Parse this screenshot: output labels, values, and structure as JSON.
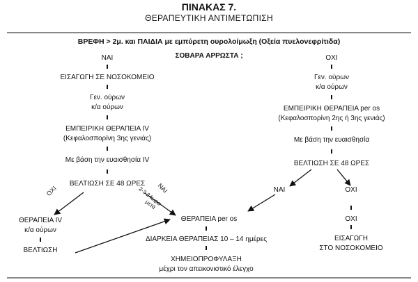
{
  "header": {
    "title": "ΠΙΝΑΚΑΣ 7.",
    "subtitle": "ΘΕΡΑΠΕΥΤΙΚΗ ΑΝΤΙΜΕΤΩΠΙΣΗ"
  },
  "root": {
    "condition": "ΒΡΕΦΗ > 2μ. και ΠΑΙΔΙΑ με εμπύρετη ουρολοίμωξη (Οξεία πυελονεφρίτιδα)",
    "question": "ΣΟΒΑΡΑ ΑΡΡΩΣΤΑ ;"
  },
  "left_branch": {
    "answer": "ΝΑΙ",
    "step1": "ΕΙΣΑΓΩΓΗ ΣΕ ΝΟΣΟΚΟΜΕΙΟ",
    "step2_line1": "Γεν. ούρων",
    "step2_line2": "κ/α ούρων",
    "step3_line1": "ΕΜΠΕΙΡΙΚΗ ΘΕΡΑΠΕΙΑ IV",
    "step3_line2": "(Κεφαλοσπορίνη 3ης γενιάς)",
    "step4": "Με βάση την ευαισθησία IV",
    "step5": "ΒΕΛΤΙΩΣΗ ΣΕ 48 ΩΡΕΣ",
    "no_label": "ΟΧΙ",
    "yes_label": "ΝΑΙ",
    "yes_note_line1": "2-3 24ωρα",
    "yes_note_line2": "μετά",
    "no_step1_line1": "ΘΕΡΑΠΕΙΑ IV",
    "no_step1_line2": "κ/α ούρων",
    "no_step2": "ΒΕΛΤΙΩΣΗ"
  },
  "center": {
    "step1": "ΘΕΡΑΠΕΙΑ per os",
    "step2": "ΔΙΑΡΚΕΙΑ ΘΕΡΑΠΕΙΑΣ 10 – 14 ημέρες",
    "step3_line1": "ΧΗΜΕΙΟΠΡΟΦΥΛΑΞΗ",
    "step3_line2": "μέχρι τον απεικονιστικό έλεγχο"
  },
  "right_branch": {
    "answer": "ΟΧΙ",
    "step1_line1": "Γεν. ούρων",
    "step1_line2": "κ/α ούρων",
    "step2_line1": "ΕΜΠΕΙΡΙΚΗ ΘΕΡΑΠΕΙΑ per os",
    "step2_line2": "(Κεφαλοσπορίνη 2ης ή 3ης γενιάς)",
    "step3": "Με βάση την ευαισθησία",
    "step4": "ΒΕΛΤΙΩΣΗ ΣΕ 48 ΩΡΕΣ",
    "yes_label": "ΝΑΙ",
    "no_label": "ΟΧΙ",
    "no_step1": "ΟΧΙ",
    "no_step2_line1": "ΕΙΣΑΓΩΓΗ",
    "no_step2_line2": "ΣΤΟ ΝΟΣΟΚΟΜΕΙΟ"
  }
}
